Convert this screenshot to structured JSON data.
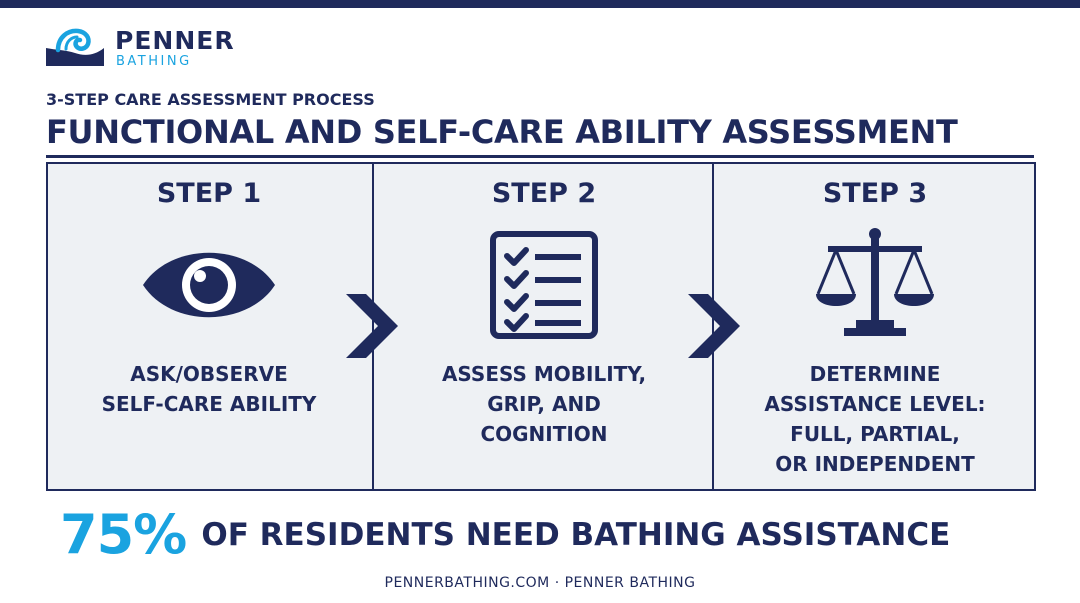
{
  "brand": {
    "name": "PENNER",
    "sub": "BATHING",
    "colors": {
      "navy": "#1f2a5c",
      "accent": "#1aa3e0",
      "panel": "#eef1f4"
    }
  },
  "header": {
    "eyebrow": "3-STEP CARE ASSESSMENT PROCESS",
    "title": "FUNCTIONAL AND SELF-CARE ABILITY ASSESSMENT"
  },
  "steps": [
    {
      "label": "STEP 1",
      "icon": "eye-icon",
      "lines": [
        "ASK/OBSERVE",
        "SELF-CARE ABILITY"
      ]
    },
    {
      "label": "STEP 2",
      "icon": "checklist-icon",
      "lines": [
        "ASSESS MOBILITY,",
        "GRIP, AND",
        "COGNITION"
      ]
    },
    {
      "label": "STEP 3",
      "icon": "scales-icon",
      "lines": [
        "DETERMINE",
        "ASSISTANCE LEVEL:",
        "FULL, PARTIAL,",
        "OR INDEPENDENT"
      ]
    }
  ],
  "stat": {
    "number": "75%",
    "text": "OF RESIDENTS NEED BATHING ASSISTANCE"
  },
  "footer": {
    "text": "PENNERBATHING.COM · PENNER BATHING"
  }
}
